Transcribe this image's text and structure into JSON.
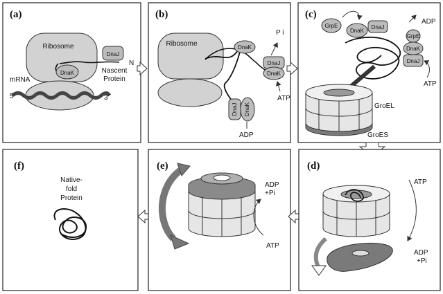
{
  "panels": {
    "a": {
      "letter": "(a)",
      "ribosome": "Ribosome",
      "dnaj": "DnaJ",
      "n_term": "N",
      "dnak": "DnaK",
      "nascent": "Nascent",
      "protein": "Protein",
      "mrna": "mRNA",
      "five_prime": "5'",
      "three_prime": "3'"
    },
    "b": {
      "letter": "(b)",
      "ribosome": "Ribosome",
      "dnak_top": "DnaK",
      "pi": "P i",
      "dnaj_right": "DnaJ",
      "dnak_right": "DnaK",
      "atp": "ATP",
      "dnaj_left": "DnaJ",
      "dnak_left": "DnaK",
      "adp": "ADP"
    },
    "c": {
      "letter": "(c)",
      "grpe_left": "GrpE",
      "dnak": "DnaK",
      "dnaj": "DnaJ",
      "adp": "ADP",
      "grpe_right": "GrpE",
      "dnak_right": "DnaK",
      "dnaj_right": "DnaJ",
      "atp": "ATP",
      "groel": "GroEL",
      "groes": "GroES"
    },
    "d": {
      "letter": "(d)",
      "atp": "ATP",
      "adp": "ADP",
      "pi": "+Pi"
    },
    "e": {
      "letter": "(e)",
      "adp": "ADP",
      "pi": "+Pi",
      "atp": "ATP"
    },
    "f": {
      "letter": "(f)",
      "line1": "Native-",
      "line2": "fold",
      "line3": "Protein"
    }
  },
  "colors": {
    "panel_border": "#222222",
    "ribosome": "#d2d2d2",
    "protein_blob": "#c4c4c4",
    "arrow_fill": "#6e6e6e",
    "barrel_light": "#e6e6e6",
    "barrel_dark": "#7a7a7a"
  }
}
